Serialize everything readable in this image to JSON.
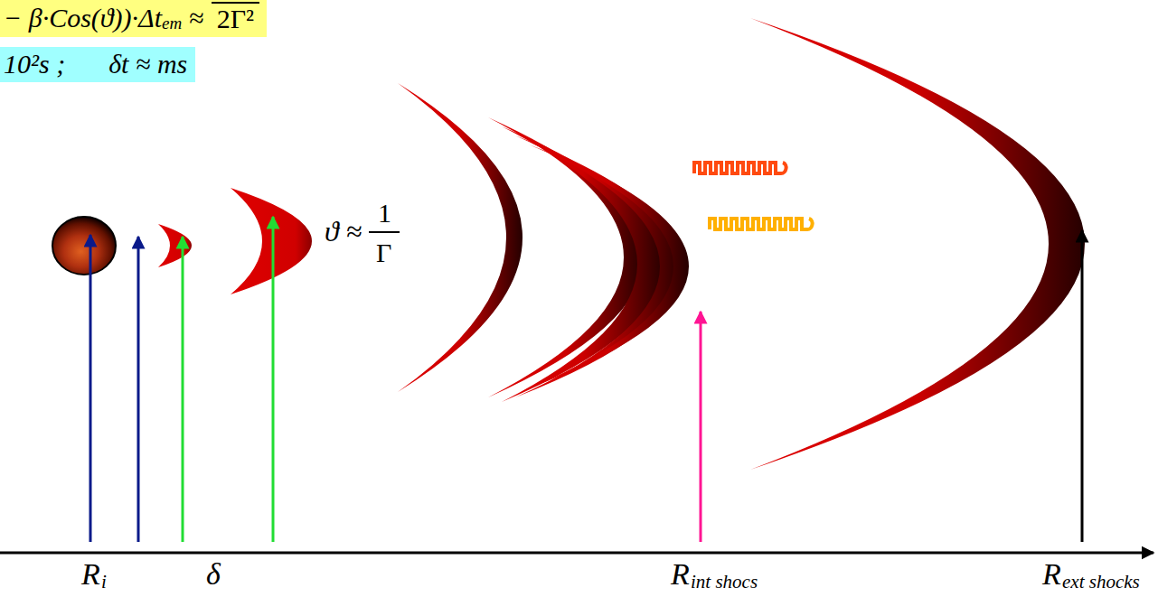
{
  "diagram": {
    "nodes": [
      {
        "text": [
          "− β·Cos(ϑ))·Δt",
          "em",
          "≈",
          "2Γ²"
        ]
      },
      {
        "text": [
          "10²s ;",
          "δt ≈ ms"
        ]
      }
    ],
    "labels": [
      "ϑ ≈",
      "1",
      "Γ",
      "R",
      "i",
      "δ",
      "R",
      "int shocs",
      "R",
      "ext shocks"
    ]
  }
}
